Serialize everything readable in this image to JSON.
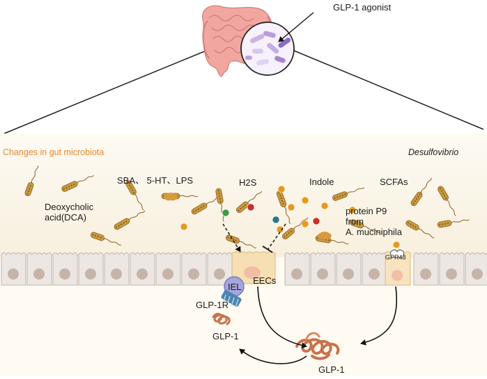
{
  "diagram": {
    "header_label": "GLP-1 agonist",
    "section_title": "Changes in gut microbiota",
    "genus_label": "Desulfovibrio",
    "metabolites": {
      "sba": "SBA、 5-HT、LPS",
      "h2s": "H2S",
      "indole": "Indole",
      "scfas": "SCFAs"
    },
    "dca_line1": "Deoxycholic",
    "dca_line2": "acid(DCA)",
    "p9_line1": "protein P9",
    "p9_line2": "from",
    "p9_line3": "A. muciniphila",
    "cells": {
      "eecs": "EECs",
      "iel": "IEL",
      "glp1r": "GLP-1R",
      "gpr43": "GPR43"
    },
    "glp1_left": "GLP-1",
    "glp1_center": "GLP-1",
    "colors": {
      "mucus_band": "#fbf6e9",
      "epithelial_cell": "#ece7e3",
      "eec_cell": "#f5dfb3",
      "nucleus": "#c7b4a9",
      "iel_cell": "#a6a5dc",
      "glp1_peptide": "#c7734a",
      "bacterium": "#c99a3c",
      "title_orange": "#e8862f",
      "metabolite_orange": "#e59a1e",
      "metabolite_red": "#c8302e",
      "metabolite_green": "#3c9a4b",
      "metabolite_teal": "#27798e"
    }
  }
}
